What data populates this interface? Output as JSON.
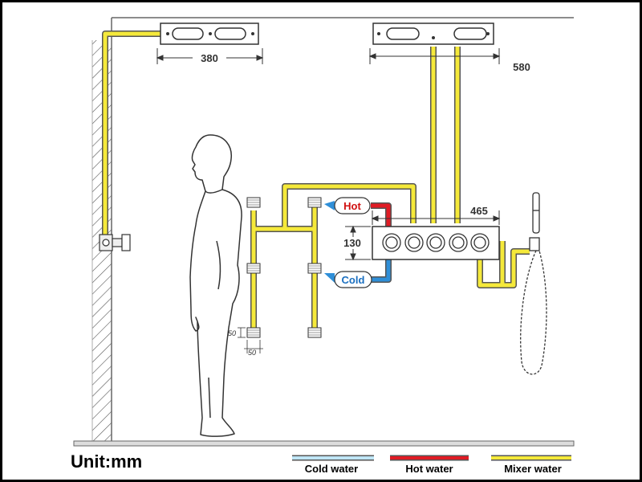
{
  "dimensions": {
    "ceiling_left_width": "380",
    "ceiling_right_width": "580",
    "valve_width": "465",
    "valve_height": "130",
    "box_height": "50",
    "box_width": "50"
  },
  "tags": {
    "hot": "Hot",
    "cold": "Cold"
  },
  "unit_label": "Unit:mm",
  "legend": {
    "cold": "Cold water",
    "hot": "Hot water",
    "mixer": "Mixer water"
  },
  "colors": {
    "mixer": "#f5e93a",
    "hot": "#e01b24",
    "cold": "#2f8fd8",
    "cold_legend": "#bfe6f6",
    "tag_hot_text": "#d01010",
    "tag_cold_text": "#1a6fc0"
  }
}
